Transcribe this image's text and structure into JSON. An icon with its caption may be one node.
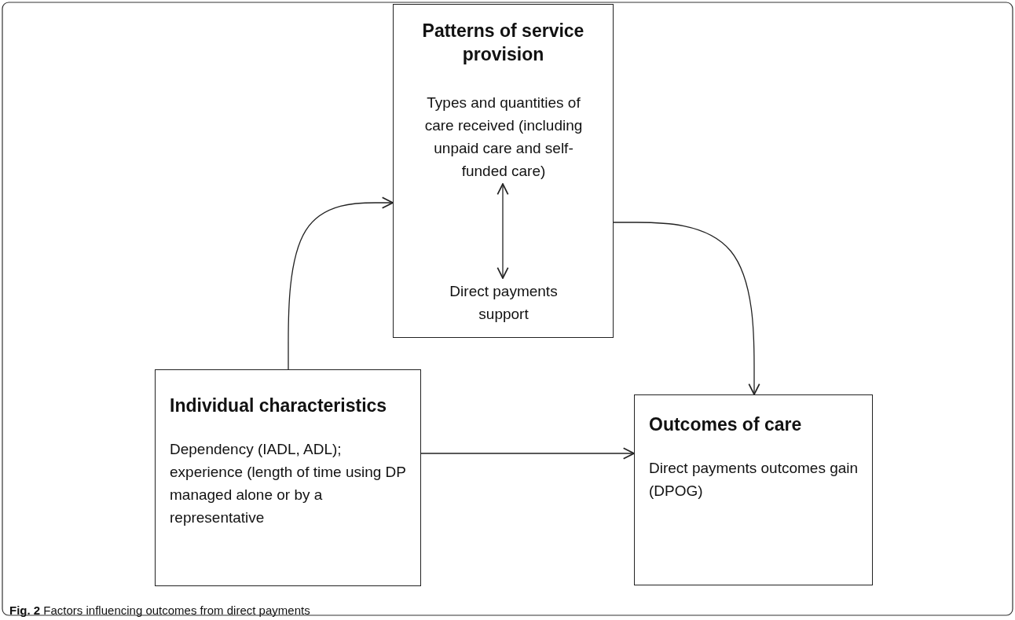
{
  "diagram": {
    "caption": "**Fig. 2** Factors influencing outcomes from direct payments",
    "nodes": [
      {
        "text": [
          "Patterns of service provision"
        ]
      },
      {
        "text": [
          "Types and quantities of care received (including unpaid care and self-funded care)"
        ],
        "in": 0
      },
      {
        "text": [
          "Direct payments support"
        ],
        "in": 0
      },
      {
        "text": [
          "Individual characteristics",
          "Dependency (IADL, ADL); experience (length of time using DP managed alone or by a representative"
        ]
      },
      {
        "text": [
          "Outcomes of care",
          "Direct payments outcomes gain (DPOG)"
        ]
      }
    ],
    "edges": [
      {
        "from": 3,
        "to": 0,
        "arrow": "to"
      },
      {
        "from": 1,
        "to": 2,
        "arrow": "both"
      },
      {
        "from": 0,
        "to": 4,
        "arrow": "to"
      },
      {
        "from": 3,
        "to": 4,
        "arrow": "to"
      }
    ]
  }
}
